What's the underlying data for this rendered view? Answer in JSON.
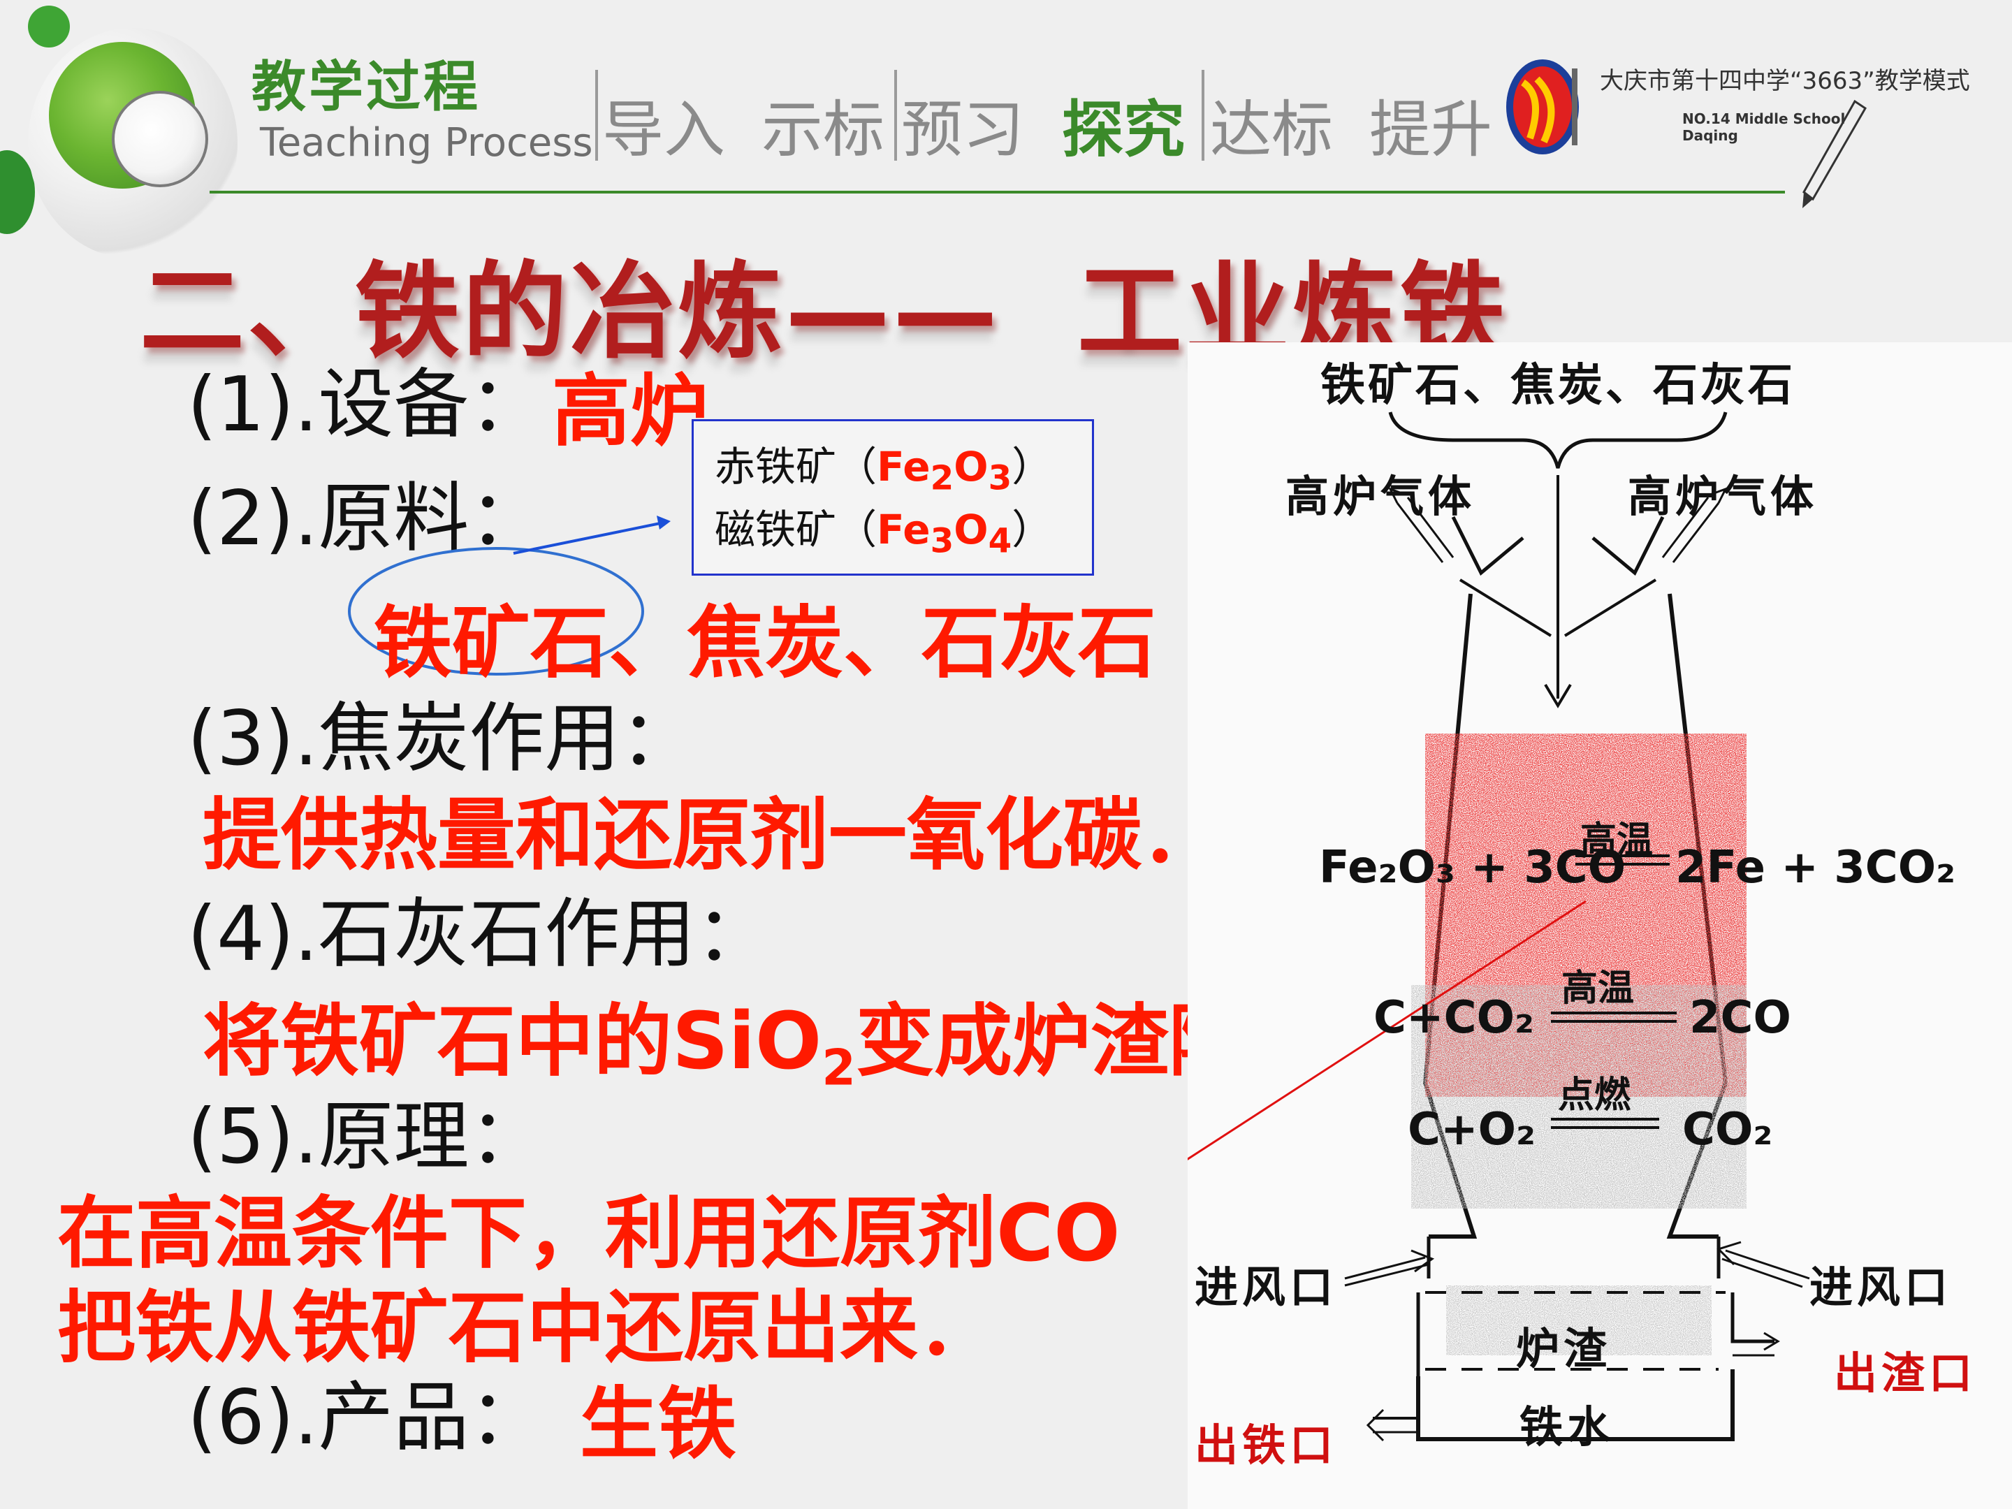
{
  "header": {
    "title": "教学过程",
    "subtitle": "Teaching Process",
    "nav": [
      "导入",
      "示标",
      "预习",
      "探究",
      "达标",
      "提升"
    ],
    "active_nav": "探究",
    "school_name": "大庆市第十四中学“3663”教学模式",
    "school_en_1": "NO.14 Middle School",
    "school_en_2": "Daqing"
  },
  "slide": {
    "title_part1": "二、铁的冶炼——",
    "title_part2": "工业炼铁",
    "items": [
      {
        "label": "(1).设备：",
        "value": "高炉"
      },
      {
        "label": "(2).原料：",
        "value": "铁矿石、焦炭、石灰石"
      },
      {
        "label": "(3).焦炭作用：",
        "value": "提供热量和还原剂一氧化碳．"
      },
      {
        "label": "(4).石灰石作用：",
        "value_pre": "将铁矿石中的SiO",
        "value_sub": "2",
        "value_post": "变成炉渣除去."
      },
      {
        "label": "(5).原理：",
        "value_line1": "在高温条件下，利用还原剂CO",
        "value_line2": "把铁从铁矿石中还原出来．"
      },
      {
        "label": "(6).产品：",
        "value": "生铁"
      }
    ],
    "ores": [
      {
        "name": "赤铁矿",
        "formula_a": "Fe",
        "sub_a": "2",
        "formula_b": "O",
        "sub_b": "3"
      },
      {
        "name": "磁铁矿",
        "formula_a": "Fe",
        "sub_a": "3",
        "formula_b": "O",
        "sub_b": "4"
      }
    ]
  },
  "furnace": {
    "top_label": "铁矿石、焦炭、石灰石",
    "gas_left": "高炉气体",
    "gas_right": "高炉气体",
    "eq1": {
      "cond": "高温",
      "left": "Fe₂O₃ + 3CO",
      "right": "2Fe + 3CO₂"
    },
    "eq2": {
      "cond": "高温",
      "left": "C+CO₂",
      "right": "2CO"
    },
    "eq3": {
      "cond": "点燃",
      "left": "C+O₂",
      "right": "CO₂"
    },
    "air_left": "进风口",
    "air_right": "进风口",
    "slag": "炉渣",
    "slag_out": "出渣口",
    "iron": "铁水",
    "iron_out": "出铁口"
  }
}
